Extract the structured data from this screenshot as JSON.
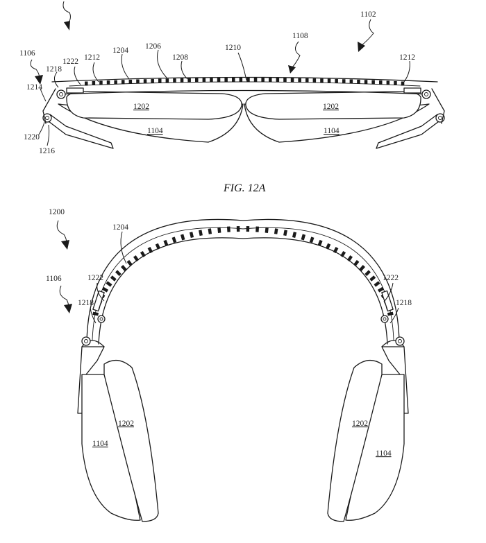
{
  "figure_caption": "FIG. 12A",
  "top_view": {
    "labels": [
      "1102",
      "1108",
      "1106",
      "1212",
      "1222",
      "1218",
      "1204",
      "1206",
      "1208",
      "1210",
      "1212",
      "1214",
      "1220",
      "1216",
      "1202",
      "1202",
      "1104",
      "1104"
    ]
  },
  "bottom_view": {
    "labels": [
      "1200",
      "1204",
      "1106",
      "1222",
      "1218",
      "1222",
      "1218",
      "1202",
      "1104",
      "1202",
      "1104"
    ]
  }
}
